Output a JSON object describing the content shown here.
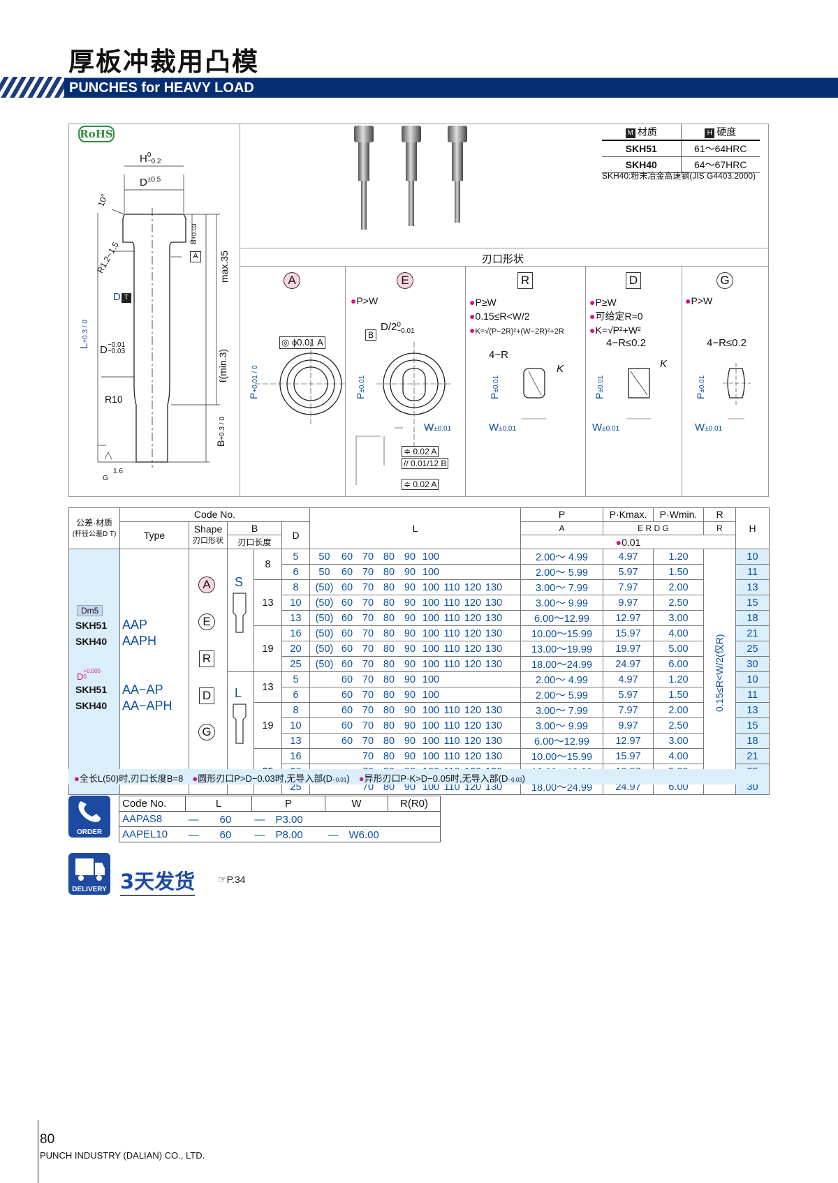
{
  "page": {
    "title_cn": "厚板冲裁用凸模",
    "title_en": "PUNCHES for HEAVY LOAD",
    "page_number": "80",
    "company": "PUNCH INDUSTRY (DALIAN) CO., LTD."
  },
  "rohs": "RoHS",
  "material_table": {
    "col1": "材质",
    "col2": "硬度",
    "rows": [
      [
        "SKH51",
        "61～64HRC"
      ],
      [
        "SKH40",
        "64～67HRC"
      ]
    ],
    "note": "SKH40:粉末冶金高速钢(JIS G4403.2000)"
  },
  "drawing": {
    "H": "H",
    "H_tol_up": "0",
    "H_tol_dn": "−0.2",
    "D": "D",
    "D_tol": "±0.5",
    "angle": "10°",
    "R": "R1.2~1.5",
    "datum_A": "A",
    "max35": "max.35",
    "DT": "D",
    "L": "L",
    "L_tol": "+0.3 / 0",
    "D_tol2_up": "−0.01",
    "D_tol2_dn": "−0.03",
    "l_min": "ℓ(min.3)",
    "R10": "R10",
    "B": "B",
    "B_tol": "+0.3 / 0",
    "G": "G",
    "roughness": "1.6",
    "head_tol": "8",
    "head_tol_up": "+0.03",
    "head_tol_dn": "+0.01"
  },
  "shapes": {
    "header": "刃口形状",
    "items": [
      {
        "letter": "A",
        "cond": [],
        "gdt": "◎ ϕ0.01 A",
        "p": "P",
        "p_tol": "+0.01 / 0"
      },
      {
        "letter": "E",
        "cond": [
          "P>W"
        ],
        "d2": "D/2",
        "d2_up": "0",
        "d2_dn": "−0.01",
        "b": "B",
        "p": "P",
        "p_tol": "±0.01",
        "w": "W",
        "w_tol": "±0.01",
        "gdt1": "≑ 0.02 A",
        "gdt2": "// 0.01/12 B",
        "gdt3": "≑ 0.02 A"
      },
      {
        "letter": "R",
        "cond": [
          "P≥W",
          "0.15≤R<W/2",
          "K=√(P−2R)²+(W−2R)²+2R"
        ],
        "lbl": "4−R",
        "p": "P",
        "p_tol": "±0.01",
        "w": "W",
        "w_tol": "±0.01",
        "k": "K"
      },
      {
        "letter": "D",
        "cond": [
          "P≥W",
          "可给定R=0",
          "K=√P²+W²"
        ],
        "lbl": "4−R≤0.2",
        "p": "P",
        "p_tol": "±0.01",
        "w": "W",
        "w_tol": "±0.01",
        "k": "K"
      },
      {
        "letter": "G",
        "cond": [
          "P>W"
        ],
        "lbl": "4−R≤0.2",
        "p": "P",
        "p_tol": "±0.01",
        "w": "W",
        "w_tol": "±0.01"
      }
    ]
  },
  "spec": {
    "h_tol": "公差·材质",
    "h_tol2": "(杆径公差D T)",
    "h_code": "Code No.",
    "h_type": "Type",
    "h_shape": "Shape",
    "h_shape2": "刃口形状",
    "h_B": "B",
    "h_B2": "刃口长度",
    "h_D": "D",
    "h_L": "L",
    "h_P": "P",
    "h_PK": "P·Kmax.",
    "h_PW": "P·Wmin.",
    "h_R": "R",
    "h_H": "H",
    "h_Pshape": "A",
    "h_PKshape": "E R D G",
    "h_Rshape": "R",
    "h_tol001": "0.01",
    "tol1": "Dm5",
    "mat1": "SKH51",
    "mat2": "SKH40",
    "tol2": "D",
    "tol2_up": "+0.005",
    "tol2_dn": "0",
    "mat3": "SKH51",
    "mat4": "SKH40",
    "type1": "AAP",
    "type2": "AAPH",
    "type3": "AA−AP",
    "type4": "AA−APH",
    "s_label": "S",
    "l_label": "L",
    "shapes": [
      "A",
      "E",
      "R",
      "D",
      "G"
    ],
    "r_range": "0.15≤R<W/2(仅R)",
    "rows": [
      [
        "8",
        "5",
        "50",
        "60",
        "70",
        "80",
        "90",
        "100",
        "",
        "",
        "",
        "2.00～ 4.99",
        "4.97",
        "1.20",
        "10"
      ],
      [
        "",
        "6",
        "50",
        "60",
        "70",
        "80",
        "90",
        "100",
        "",
        "",
        "",
        "2.00～ 5.99",
        "5.97",
        "1.50",
        "11"
      ],
      [
        "13",
        "8",
        "(50)",
        "60",
        "70",
        "80",
        "90",
        "100",
        "110",
        "120",
        "130",
        "3.00～ 7.99",
        "7.97",
        "2.00",
        "13"
      ],
      [
        "",
        "10",
        "(50)",
        "60",
        "70",
        "80",
        "90",
        "100",
        "110",
        "120",
        "130",
        "3.00～ 9.99",
        "9.97",
        "2.50",
        "15"
      ],
      [
        "",
        "13",
        "(50)",
        "60",
        "70",
        "80",
        "90",
        "100",
        "110",
        "120",
        "130",
        "6.00～12.99",
        "12.97",
        "3.00",
        "18"
      ],
      [
        "19",
        "16",
        "(50)",
        "60",
        "70",
        "80",
        "90",
        "100",
        "110",
        "120",
        "130",
        "10.00～15.99",
        "15.97",
        "4.00",
        "21"
      ],
      [
        "",
        "20",
        "(50)",
        "60",
        "70",
        "80",
        "90",
        "100",
        "110",
        "120",
        "130",
        "13.00～19.99",
        "19.97",
        "5.00",
        "25"
      ],
      [
        "",
        "25",
        "(50)",
        "60",
        "70",
        "80",
        "90",
        "100",
        "110",
        "120",
        "130",
        "18.00～24.99",
        "24.97",
        "6.00",
        "30"
      ],
      [
        "13",
        "5",
        "",
        "60",
        "70",
        "80",
        "90",
        "100",
        "",
        "",
        "",
        "2.00～ 4.99",
        "4.97",
        "1.20",
        "10"
      ],
      [
        "",
        "6",
        "",
        "60",
        "70",
        "80",
        "90",
        "100",
        "",
        "",
        "",
        "2.00～ 5.99",
        "5.97",
        "1.50",
        "11"
      ],
      [
        "19",
        "8",
        "",
        "60",
        "70",
        "80",
        "90",
        "100",
        "110",
        "120",
        "130",
        "3.00～ 7.99",
        "7.97",
        "2.00",
        "13"
      ],
      [
        "",
        "10",
        "",
        "60",
        "70",
        "80",
        "90",
        "100",
        "110",
        "120",
        "130",
        "3.00～ 9.99",
        "9.97",
        "2.50",
        "15"
      ],
      [
        "",
        "13",
        "",
        "60",
        "70",
        "80",
        "90",
        "100",
        "110",
        "120",
        "130",
        "6.00～12.99",
        "12.97",
        "3.00",
        "18"
      ],
      [
        "25",
        "16",
        "",
        "",
        "70",
        "80",
        "90",
        "100",
        "110",
        "120",
        "130",
        "10.00～15.99",
        "15.97",
        "4.00",
        "21"
      ],
      [
        "",
        "20",
        "",
        "",
        "70",
        "80",
        "90",
        "100",
        "110",
        "120",
        "130",
        "13.00～19.99",
        "19.97",
        "5.00",
        "25"
      ],
      [
        "",
        "25",
        "",
        "",
        "70",
        "80",
        "90",
        "100",
        "110",
        "120",
        "130",
        "18.00～24.99",
        "24.97",
        "6.00",
        "30"
      ]
    ],
    "note1": "全长L(50)时,刃口长度B=8",
    "note2": "圆形刃口P>D−0.03时,无导入部(D",
    "note3": "异形刃口P·K>D−0.05时,无导入部(D",
    "note_sub_up": "−0.01",
    "note_sub_dn": "−0.03"
  },
  "order": {
    "badge": "ORDER",
    "headers": [
      "Code No.",
      "L",
      "P",
      "W",
      "R(R0)"
    ],
    "rows": [
      [
        "AAPAS8",
        "—",
        "60",
        "—",
        "P3.00",
        "",
        ""
      ],
      [
        "AAPEL10",
        "—",
        "60",
        "—",
        "P8.00",
        "—",
        "W6.00"
      ]
    ]
  },
  "delivery": {
    "badge": "DELIVERY",
    "text": "3天发货",
    "ref": "P.34"
  }
}
